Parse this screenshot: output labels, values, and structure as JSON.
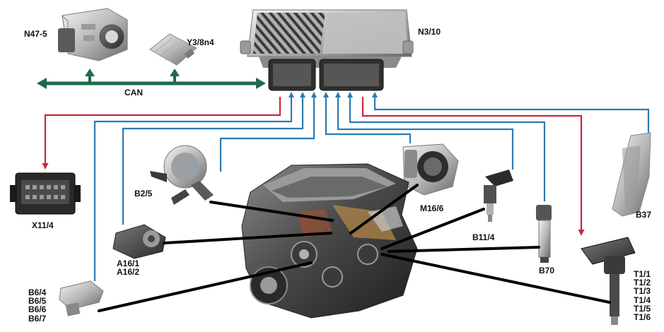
{
  "components": {
    "n47_5": {
      "label": "N47-5"
    },
    "y3_8n4": {
      "label": "Y3/8n4"
    },
    "n3_10": {
      "label": "N3/10"
    },
    "x11_4": {
      "label": "X11/4"
    },
    "b2_5": {
      "label": "B2/5"
    },
    "m16_6": {
      "label": "M16/6"
    },
    "b11_4": {
      "label": "B11/4"
    },
    "b37": {
      "label": "B37"
    },
    "a16": {
      "labels": [
        "A16/1",
        "A16/2"
      ]
    },
    "b70": {
      "label": "B70"
    },
    "b6": {
      "labels": [
        "B6/4",
        "B6/5",
        "B6/6",
        "B6/7"
      ]
    },
    "t1": {
      "labels": [
        "T1/1",
        "T1/2",
        "T1/3",
        "T1/4",
        "T1/5",
        "T1/6"
      ]
    }
  },
  "bus": {
    "label": "CAN"
  },
  "colors": {
    "can_bus": "#1e6b48",
    "input_line": "#2b7bb0",
    "output_line": "#c8283f",
    "leader_line": "#000000"
  }
}
